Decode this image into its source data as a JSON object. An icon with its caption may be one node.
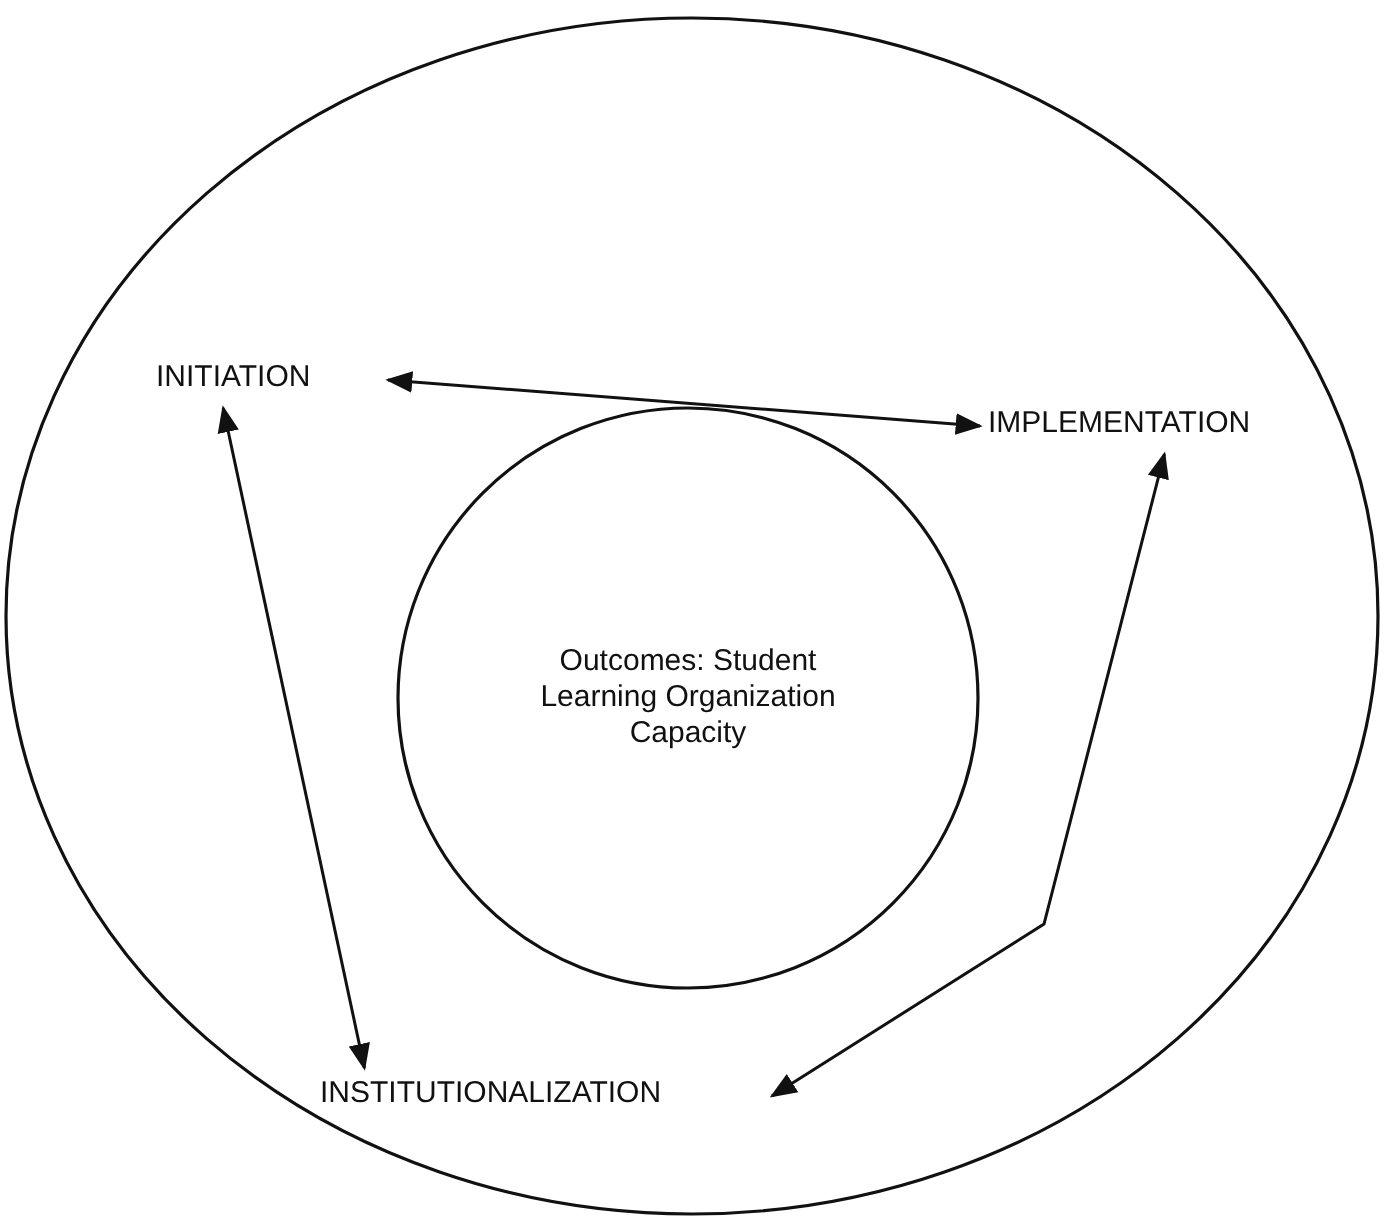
{
  "diagram": {
    "nodes": [
      {
        "text": [],
        "shape": "circle"
      },
      {
        "text": [
          "INITIATION"
        ],
        "in": 0
      },
      {
        "text": [
          "IMPLEMENTATION"
        ],
        "in": 0
      },
      {
        "text": [
          "INSTITUTIONALIZATION"
        ],
        "in": 0
      },
      {
        "text": [
          "Outcomes: Student Learning Organization Capacity"
        ],
        "in": 0
      }
    ],
    "edges": [
      {
        "from": 1,
        "to": 2,
        "arrow": "both"
      },
      {
        "from": 1,
        "to": 3,
        "arrow": "both"
      },
      {
        "from": 2,
        "to": 3,
        "arrow": "both"
      }
    ]
  }
}
